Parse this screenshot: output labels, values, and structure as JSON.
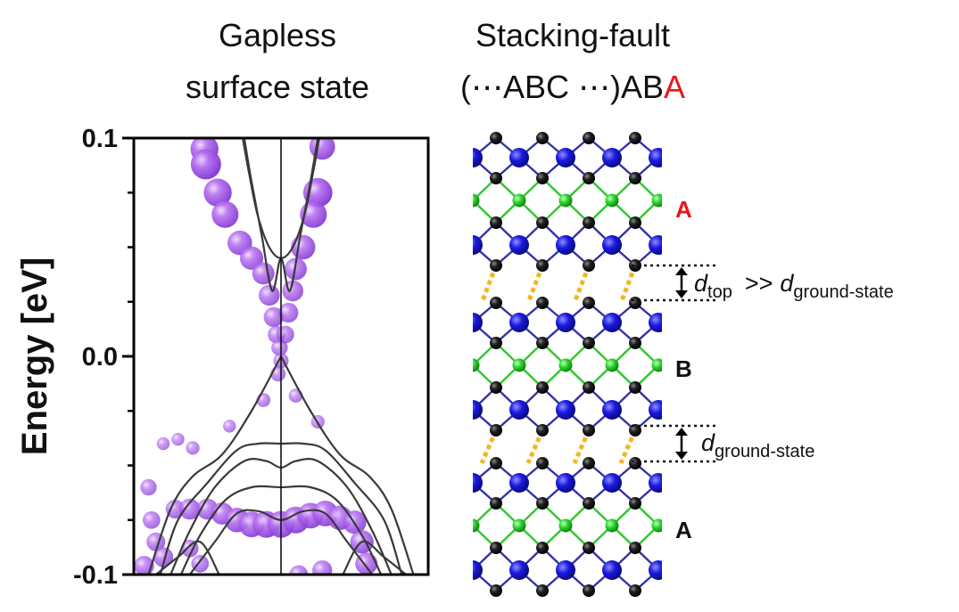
{
  "titles": {
    "left_line1": "Gapless",
    "left_line2": "surface state",
    "right_line1": "Stacking-fault",
    "right_line2_prefix": "(⋯ABC ⋯)AB",
    "right_line2_highlight": "A"
  },
  "chart_data": {
    "type": "line",
    "ylabel": "Energy [eV]",
    "ylim": [
      -0.1,
      0.1
    ],
    "yticks": [
      {
        "value": 0.1,
        "label": "0.1"
      },
      {
        "value": 0.0,
        "label": "0.0"
      },
      {
        "value": -0.1,
        "label": "-0.1"
      }
    ],
    "xlim": [
      -1,
      1
    ],
    "bands": [
      {
        "x": [
          -0.26,
          -0.22,
          -0.16,
          -0.08,
          0.0,
          0.08,
          0.16,
          0.22,
          0.26
        ],
        "y": [
          0.1,
          0.085,
          0.065,
          0.05,
          0.045,
          0.05,
          0.065,
          0.085,
          0.1
        ]
      },
      {
        "x": [
          -0.25,
          -0.2,
          -0.13,
          -0.06,
          0.0,
          0.06,
          0.13,
          0.2,
          0.25
        ],
        "y": [
          0.1,
          0.08,
          0.055,
          0.03,
          0.045,
          0.03,
          0.055,
          0.08,
          0.1
        ]
      },
      {
        "x": [
          -0.9,
          -0.75,
          -0.6,
          -0.4,
          -0.2,
          0.0
        ],
        "y": [
          -0.1,
          -0.07,
          -0.055,
          -0.045,
          -0.025,
          0.0
        ]
      },
      {
        "x": [
          0.0,
          0.2,
          0.4,
          0.6,
          0.75,
          0.9
        ],
        "y": [
          0.0,
          -0.025,
          -0.045,
          -0.055,
          -0.07,
          -0.1
        ]
      },
      {
        "x": [
          -0.82,
          -0.7,
          -0.5,
          -0.3,
          -0.15,
          0.0,
          0.15,
          0.3,
          0.5,
          0.7,
          0.82
        ],
        "y": [
          -0.1,
          -0.075,
          -0.058,
          -0.043,
          -0.04,
          -0.04,
          -0.04,
          -0.043,
          -0.058,
          -0.075,
          -0.1
        ]
      },
      {
        "x": [
          -0.75,
          -0.62,
          -0.45,
          -0.25,
          -0.1,
          0.0,
          0.1,
          0.25,
          0.45,
          0.62,
          0.75
        ],
        "y": [
          -0.1,
          -0.08,
          -0.06,
          -0.048,
          -0.048,
          -0.051,
          -0.048,
          -0.048,
          -0.06,
          -0.08,
          -0.1
        ]
      },
      {
        "x": [
          -0.68,
          -0.55,
          -0.38,
          -0.2,
          0.0,
          0.2,
          0.38,
          0.55,
          0.68
        ],
        "y": [
          -0.1,
          -0.082,
          -0.066,
          -0.06,
          -0.06,
          -0.06,
          -0.066,
          -0.082,
          -0.1
        ]
      },
      {
        "x": [
          -0.62,
          -0.45,
          -0.3,
          -0.15,
          0.0,
          0.15,
          0.3,
          0.45,
          0.62
        ],
        "y": [
          -0.1,
          -0.085,
          -0.072,
          -0.071,
          -0.075,
          -0.071,
          -0.072,
          -0.085,
          -0.1
        ]
      },
      {
        "x": [
          -0.85,
          -0.7,
          -0.55,
          -0.42
        ],
        "y": [
          -0.1,
          -0.092,
          -0.085,
          -0.1
        ]
      },
      {
        "x": [
          0.42,
          0.55,
          0.7,
          0.85
        ],
        "y": [
          -0.1,
          -0.085,
          -0.092,
          -0.1
        ]
      }
    ],
    "weighted_points": [
      {
        "x": -0.52,
        "y": 0.095,
        "w": 0.9
      },
      {
        "x": -0.51,
        "y": 0.088,
        "w": 1.0
      },
      {
        "x": -0.43,
        "y": 0.075,
        "w": 0.9
      },
      {
        "x": -0.38,
        "y": 0.065,
        "w": 0.85
      },
      {
        "x": -0.28,
        "y": 0.052,
        "w": 0.75
      },
      {
        "x": -0.2,
        "y": 0.045,
        "w": 0.7
      },
      {
        "x": -0.12,
        "y": 0.038,
        "w": 0.65
      },
      {
        "x": -0.08,
        "y": 0.028,
        "w": 0.6
      },
      {
        "x": -0.05,
        "y": 0.018,
        "w": 0.55
      },
      {
        "x": -0.03,
        "y": 0.01,
        "w": 0.45
      },
      {
        "x": -0.01,
        "y": 0.004,
        "w": 0.4
      },
      {
        "x": 0.0,
        "y": -0.002,
        "w": 0.35
      },
      {
        "x": 0.28,
        "y": 0.096,
        "w": 0.8
      },
      {
        "x": 0.25,
        "y": 0.075,
        "w": 0.95
      },
      {
        "x": 0.22,
        "y": 0.065,
        "w": 0.85
      },
      {
        "x": 0.15,
        "y": 0.05,
        "w": 0.75
      },
      {
        "x": 0.1,
        "y": 0.04,
        "w": 0.65
      },
      {
        "x": 0.08,
        "y": 0.03,
        "w": 0.6
      },
      {
        "x": 0.05,
        "y": 0.02,
        "w": 0.55
      },
      {
        "x": 0.03,
        "y": 0.01,
        "w": 0.45
      },
      {
        "x": -0.02,
        "y": -0.008,
        "w": 0.35
      },
      {
        "x": -0.12,
        "y": -0.02,
        "w": 0.3
      },
      {
        "x": -0.35,
        "y": -0.032,
        "w": 0.25
      },
      {
        "x": 0.1,
        "y": -0.018,
        "w": 0.3
      },
      {
        "x": 0.25,
        "y": -0.03,
        "w": 0.28
      },
      {
        "x": -0.8,
        "y": -0.04,
        "w": 0.25
      },
      {
        "x": -0.7,
        "y": -0.038,
        "w": 0.25
      },
      {
        "x": -0.6,
        "y": -0.042,
        "w": 0.28
      },
      {
        "x": -0.9,
        "y": -0.06,
        "w": 0.4
      },
      {
        "x": -0.88,
        "y": -0.075,
        "w": 0.45
      },
      {
        "x": -0.85,
        "y": -0.085,
        "w": 0.5
      },
      {
        "x": -0.8,
        "y": -0.092,
        "w": 0.55
      },
      {
        "x": -0.93,
        "y": -0.096,
        "w": 0.55
      },
      {
        "x": -0.72,
        "y": -0.07,
        "w": 0.5
      },
      {
        "x": -0.62,
        "y": -0.07,
        "w": 0.6
      },
      {
        "x": -0.5,
        "y": -0.07,
        "w": 0.6
      },
      {
        "x": -0.4,
        "y": -0.072,
        "w": 0.65
      },
      {
        "x": -0.3,
        "y": -0.075,
        "w": 0.75
      },
      {
        "x": -0.2,
        "y": -0.077,
        "w": 0.8
      },
      {
        "x": -0.1,
        "y": -0.077,
        "w": 0.85
      },
      {
        "x": 0.0,
        "y": -0.077,
        "w": 0.85
      },
      {
        "x": 0.1,
        "y": -0.075,
        "w": 0.85
      },
      {
        "x": 0.2,
        "y": -0.073,
        "w": 0.8
      },
      {
        "x": 0.3,
        "y": -0.072,
        "w": 0.8
      },
      {
        "x": 0.4,
        "y": -0.074,
        "w": 0.75
      },
      {
        "x": 0.5,
        "y": -0.076,
        "w": 0.7
      },
      {
        "x": 0.55,
        "y": -0.085,
        "w": 0.7
      },
      {
        "x": 0.58,
        "y": -0.095,
        "w": 0.65
      },
      {
        "x": 0.28,
        "y": -0.098,
        "w": 0.55
      },
      {
        "x": 0.12,
        "y": -0.1,
        "w": 0.5
      },
      {
        "x": -0.62,
        "y": -0.088,
        "w": 0.45
      },
      {
        "x": -0.55,
        "y": -0.095,
        "w": 0.45
      }
    ]
  },
  "stack": {
    "layer_labels": [
      {
        "text": "A",
        "color": "#e8161b"
      },
      {
        "text": "B",
        "color": "#111111"
      },
      {
        "text": "A",
        "color": "#111111"
      }
    ],
    "spacing_labels": [
      {
        "var": "d",
        "sub": "top",
        "relation": ">>",
        "ref_var": "d",
        "ref_sub": "ground-state"
      },
      {
        "var": "d",
        "sub": "ground-state",
        "relation": "",
        "ref_var": "",
        "ref_sub": ""
      }
    ],
    "atom_colors": {
      "blue": "#1515cc",
      "green": "#22cc22",
      "black": "#101010",
      "bond_gold": "#f2b623"
    }
  }
}
